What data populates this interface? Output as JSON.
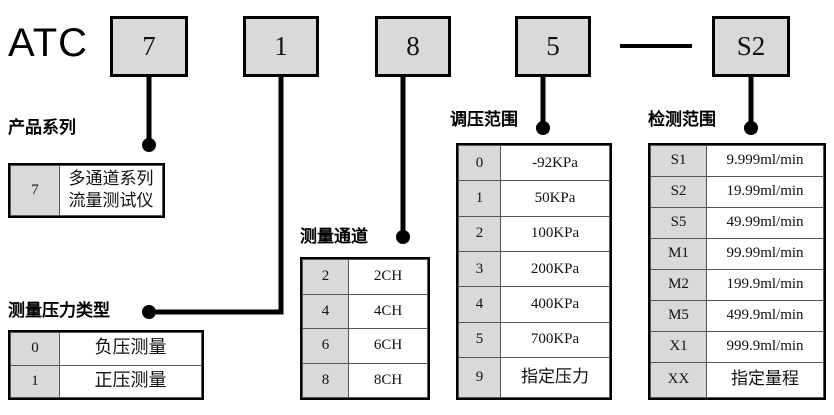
{
  "brand": "ATC",
  "separator_label": "—",
  "code_boxes": [
    {
      "value": "7",
      "name": "code-box-product-series"
    },
    {
      "value": "1",
      "name": "code-box-pressure-type"
    },
    {
      "value": "8",
      "name": "code-box-channels"
    },
    {
      "value": "5",
      "name": "code-box-pressure-range"
    },
    {
      "value": "S2",
      "name": "code-box-detection-range"
    }
  ],
  "sections": {
    "product_series": {
      "caption": "产品系列",
      "rows": [
        {
          "code": "7",
          "desc_line1": "多通道系列",
          "desc_line2": "流量测试仪"
        }
      ]
    },
    "pressure_type": {
      "caption": "测量压力类型",
      "rows": [
        {
          "code": "0",
          "desc": "负压测量"
        },
        {
          "code": "1",
          "desc": "正压测量"
        }
      ]
    },
    "channels": {
      "caption": "测量通道",
      "rows": [
        {
          "code": "2",
          "desc": "2CH"
        },
        {
          "code": "4",
          "desc": "4CH"
        },
        {
          "code": "6",
          "desc": "6CH"
        },
        {
          "code": "8",
          "desc": "8CH"
        }
      ]
    },
    "pressure_range": {
      "caption": "调压范围",
      "rows": [
        {
          "code": "0",
          "desc": "-92KPa"
        },
        {
          "code": "1",
          "desc": "50KPa"
        },
        {
          "code": "2",
          "desc": "100KPa"
        },
        {
          "code": "3",
          "desc": "200KPa"
        },
        {
          "code": "4",
          "desc": "400KPa"
        },
        {
          "code": "5",
          "desc": "700KPa"
        },
        {
          "code": "9",
          "desc": "指定压力"
        }
      ]
    },
    "detection_range": {
      "caption": "检测范围",
      "rows": [
        {
          "code": "S1",
          "desc": "9.999ml/min"
        },
        {
          "code": "S2",
          "desc": "19.99ml/min"
        },
        {
          "code": "S5",
          "desc": "49.99ml/min"
        },
        {
          "code": "M1",
          "desc": "99.99ml/min"
        },
        {
          "code": "M2",
          "desc": "199.9ml/min"
        },
        {
          "code": "M5",
          "desc": "499.9ml/min"
        },
        {
          "code": "X1",
          "desc": "999.9ml/min"
        },
        {
          "code": "XX",
          "desc": "指定量程"
        }
      ]
    }
  },
  "colors": {
    "box_fill": "#d9d9d9",
    "line": "#000000",
    "background": "#ffffff"
  }
}
